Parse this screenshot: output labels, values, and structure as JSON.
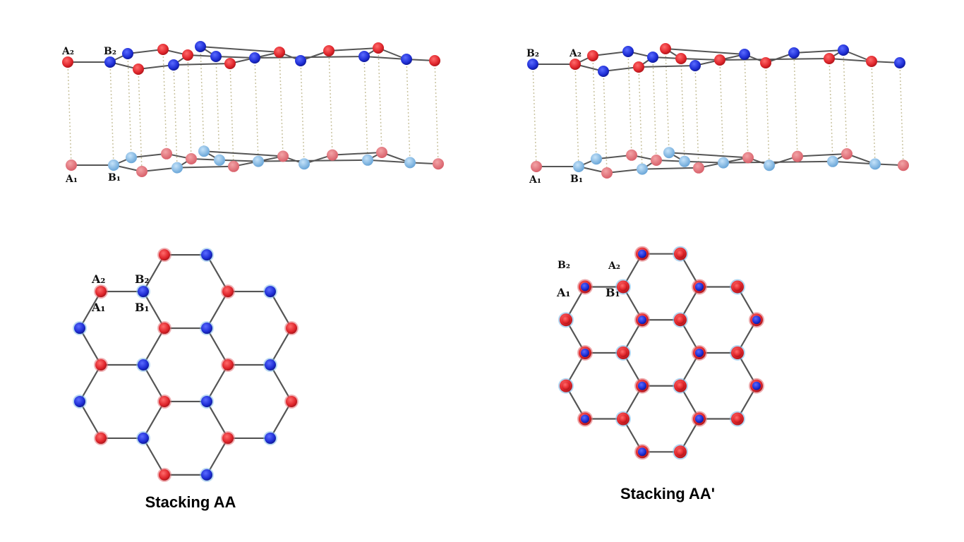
{
  "colors": {
    "red": "#e0262c",
    "blue": "#1f2fd6",
    "light_red": "#e06f75",
    "light_blue": "#7fb9e6",
    "bond": "#555555",
    "dotted_link": "#c9c3a0"
  },
  "panels": [
    {
      "id": "aa",
      "caption": "Stacking AA",
      "side_view": {
        "top_layer_labels": [
          "A₂",
          "B₂"
        ],
        "bottom_layer_labels": [
          "A₁",
          "B₁"
        ]
      },
      "top_view": {
        "labels_top": [
          "A₂",
          "B₂"
        ],
        "labels_bottom": [
          "A₁",
          "B₁"
        ]
      }
    },
    {
      "id": "aa-prime",
      "caption": "Stacking AA'",
      "side_view": {
        "top_layer_labels": [
          "B₂",
          "A₂"
        ],
        "bottom_layer_labels": [
          "A₁",
          "B₁"
        ]
      },
      "top_view": {
        "labels_top": [
          "B₂",
          "A₂"
        ],
        "labels_bottom": [
          "A₁",
          "B₁"
        ]
      }
    }
  ]
}
